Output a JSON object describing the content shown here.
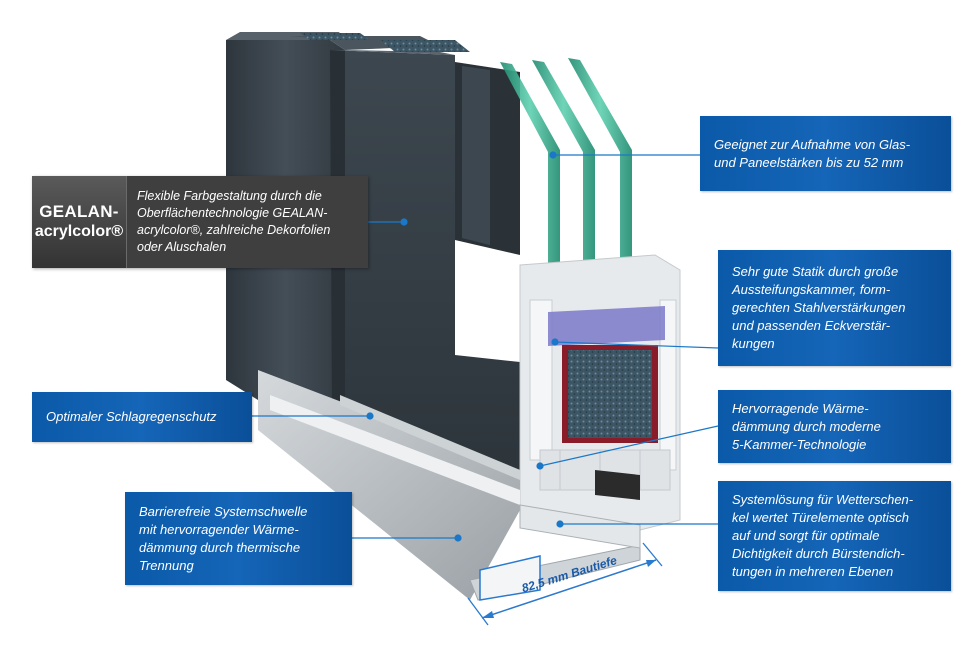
{
  "logo": {
    "line1": "GEALAN-",
    "line2": "acrylcolor®"
  },
  "callouts": {
    "acrylcolor": "Flexible Farbgestaltung durch die\nOberflächentechnologie GEALAN-\nacrylcolor®, zahlreiche Dekorfolien\noder Aluschalen",
    "glass": "Geeignet zur Aufnahme von Glas-\nund Paneelstärken bis zu 52 mm",
    "statik": "Sehr gute Statik durch große\nAussteifungskammer, form-\ngerechten Stahlverstärkungen\nund passenden Eckverstär-\nkungen",
    "rain": "Optimaler Schlagregenschutz",
    "insulation": "Hervorragende Wärme-\ndämmung durch moderne\n5-Kammer-Technologie",
    "threshold": "Barrierefreie Systemschwelle\nmit hervorragender Wärme-\ndämmung durch thermische\nTrennung",
    "weather": "Systemlösung für Wetterschen-\nkel wertet Türelemente optisch\nauf und sorgt für optimale\nDichtigkeit durch Bürstendich-\ntungen in mehreren Ebenen"
  },
  "dimension_label": "82,5 mm Bautiefe",
  "colors": {
    "callout_blue": "#0b5aa9",
    "leader_blue": "#1b78c8",
    "anthracite": "#3a444c",
    "pvc_white": "#e9ecee",
    "glass_green": "#2fa98a",
    "steel_red": "#8a1c2a",
    "aluminium": "#b9bec3"
  }
}
